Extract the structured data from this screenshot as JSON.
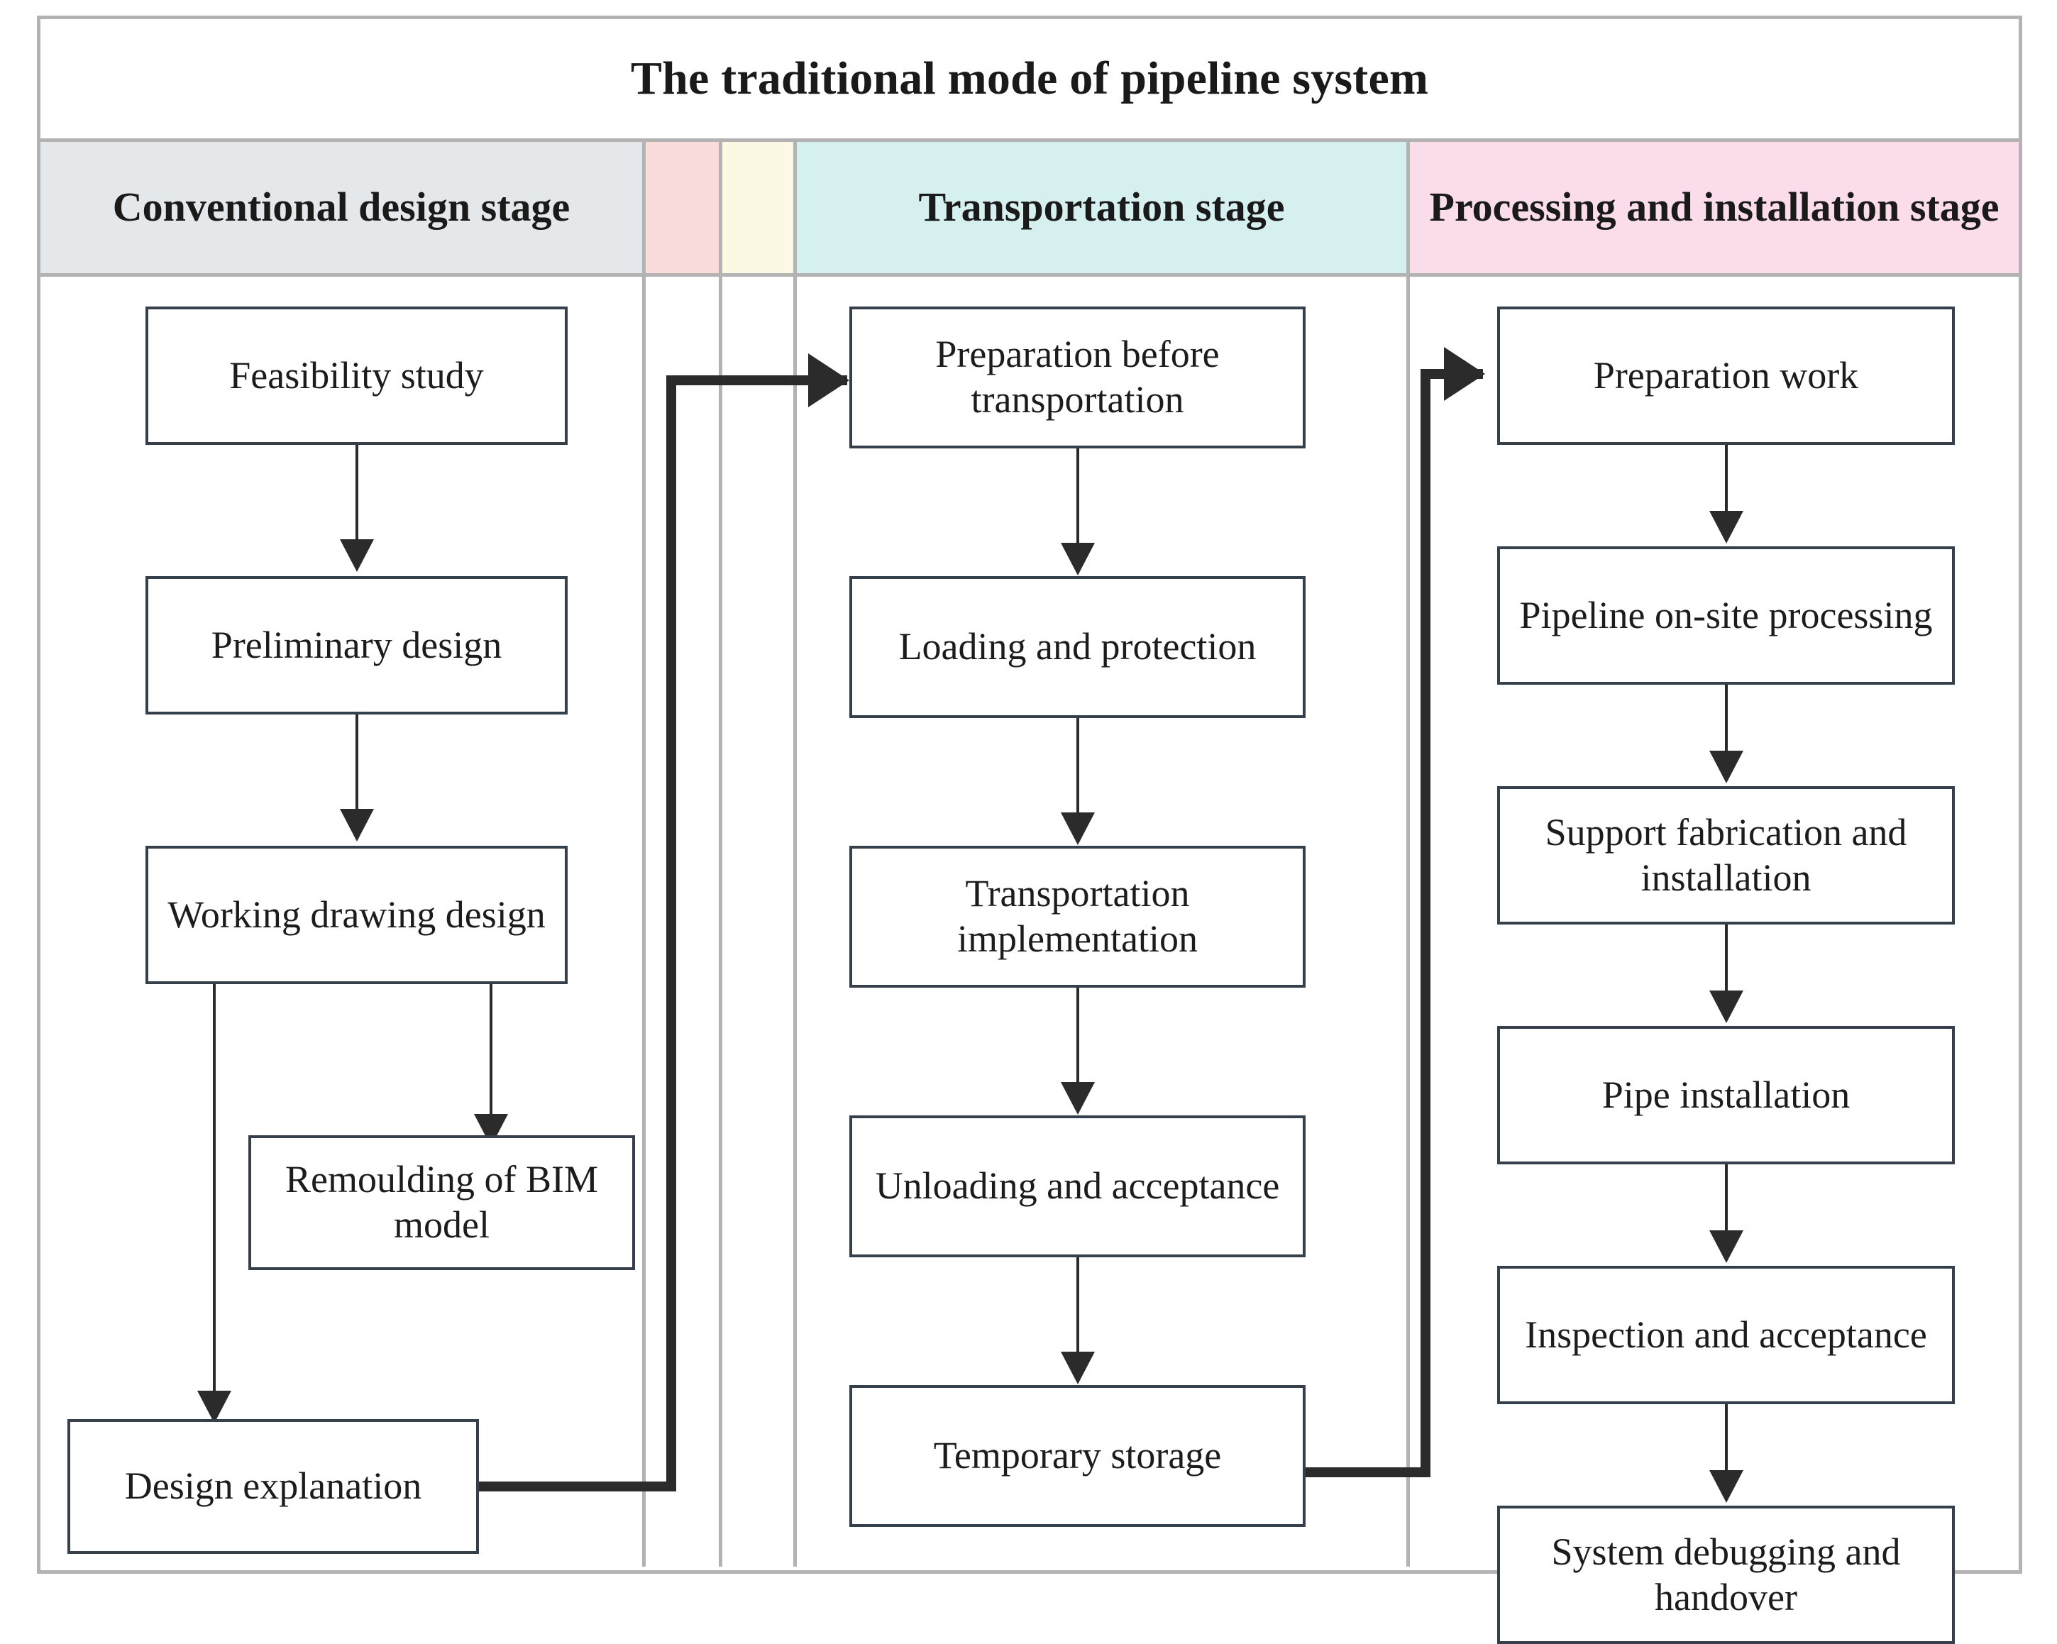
{
  "title": "The traditional mode of pipeline system",
  "headers": [
    {
      "label": "Conventional design stage",
      "color": "#e4e8ea"
    },
    {
      "label": "",
      "color": "#fadcda"
    },
    {
      "label": "",
      "color": "#fbf8e4"
    },
    {
      "label": "Transportation stage",
      "color": "#d6f0ef"
    },
    {
      "label": "Processing and installation stage",
      "color": "#fbdcea"
    }
  ],
  "columns": {
    "design": {
      "nodes": [
        {
          "label": "Feasibility study"
        },
        {
          "label": "Preliminary design"
        },
        {
          "label": "Working drawing design"
        },
        {
          "label": "Remoulding of BIM model"
        },
        {
          "label": "Design explanation"
        }
      ]
    },
    "transport": {
      "nodes": [
        {
          "label": "Preparation before transportation"
        },
        {
          "label": "Loading and protection"
        },
        {
          "label": "Transportation implementation"
        },
        {
          "label": "Unloading and acceptance"
        },
        {
          "label": "Temporary storage"
        }
      ]
    },
    "process": {
      "nodes": [
        {
          "label": "Preparation work"
        },
        {
          "label": "Pipeline on-site processing"
        },
        {
          "label": "Support fabrication and installation"
        },
        {
          "label": "Pipe installation"
        },
        {
          "label": "Inspection and acceptance"
        },
        {
          "label": "System debugging and handover"
        }
      ]
    }
  },
  "colors": {
    "frame_border": "#b3b3b3",
    "node_border": "#36404a",
    "connector": "#2b2b2b",
    "text": "#1a1a1a"
  }
}
